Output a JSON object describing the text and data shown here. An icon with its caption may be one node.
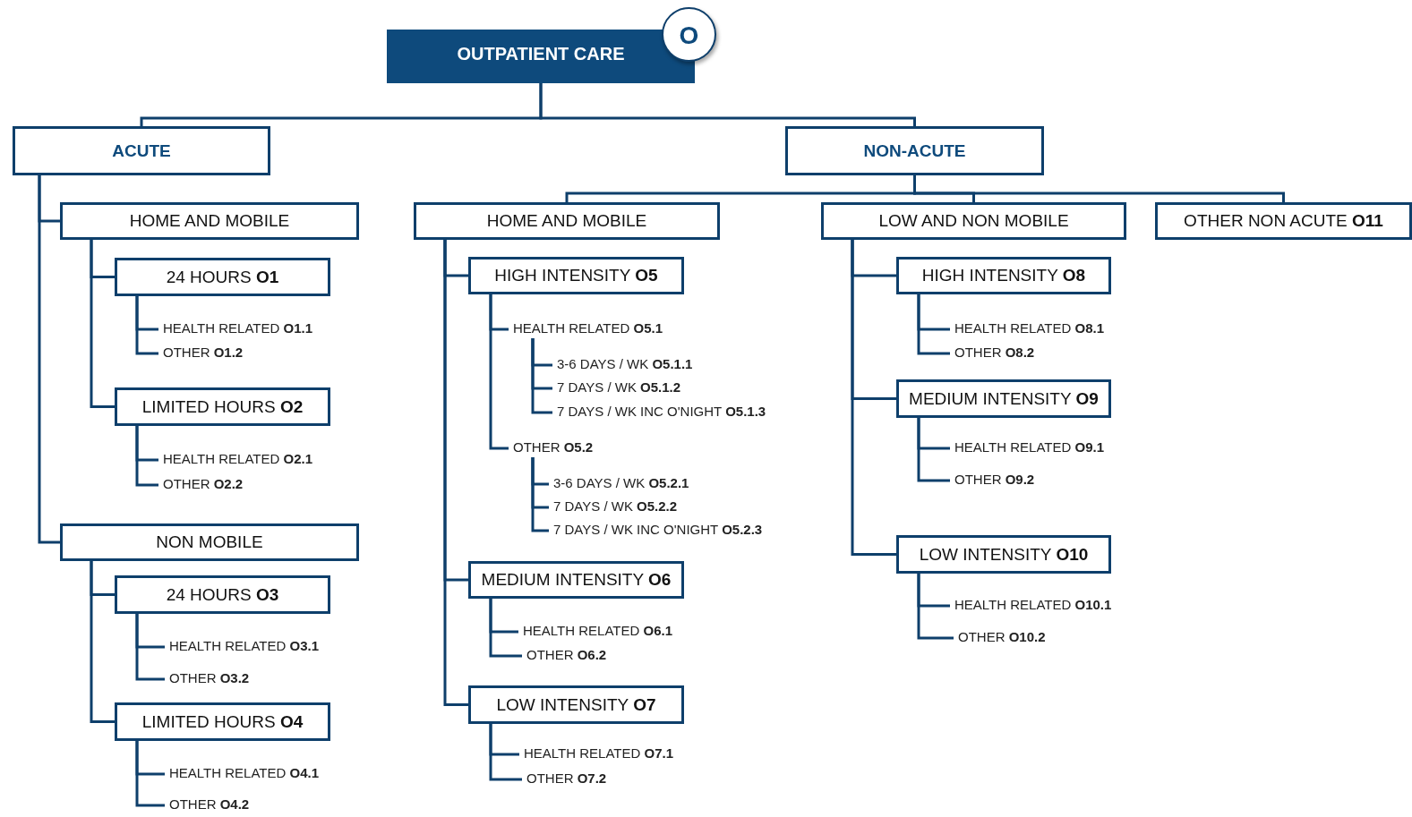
{
  "diagram": {
    "nodes": [
      {
        "text": [
          "OUTPATIENT CARE"
        ]
      },
      {
        "text": [
          "O"
        ]
      },
      {
        "text": [
          "ACUTE"
        ]
      },
      {
        "text": [
          "NON-ACUTE"
        ]
      },
      {
        "text": [
          "HOME AND MOBILE"
        ]
      },
      {
        "text": [
          "24 HOURS **O1**"
        ]
      },
      {
        "text": [
          "HEALTH RELATED **O1.1**"
        ]
      },
      {
        "text": [
          "OTHER **O1.2**"
        ]
      },
      {
        "text": [
          "LIMITED HOURS **O2**"
        ]
      },
      {
        "text": [
          "HEALTH RELATED **O2.1**"
        ]
      },
      {
        "text": [
          "OTHER **O2.2**"
        ]
      },
      {
        "text": [
          "NON MOBILE"
        ]
      },
      {
        "text": [
          "24 HOURS **O3**"
        ]
      },
      {
        "text": [
          "HEALTH RELATED **O3.1**"
        ]
      },
      {
        "text": [
          "OTHER **O3.2**"
        ]
      },
      {
        "text": [
          "LIMITED HOURS **O4**"
        ]
      },
      {
        "text": [
          "HEALTH RELATED **O4.1**"
        ]
      },
      {
        "text": [
          "OTHER **O4.2**"
        ]
      },
      {
        "text": [
          "HOME AND MOBILE"
        ]
      },
      {
        "text": [
          "HIGH INTENSITY **O5**"
        ]
      },
      {
        "text": [
          "HEALTH RELATED **O5.1**"
        ]
      },
      {
        "text": [
          "3-6 DAYS / WK **O5.1.1**"
        ]
      },
      {
        "text": [
          "7 DAYS / WK **O5.1.2**"
        ]
      },
      {
        "text": [
          "7 DAYS / WK INC O'NIGHT **O5.1.3**"
        ]
      },
      {
        "text": [
          "OTHER **O5.2**"
        ]
      },
      {
        "text": [
          "3-6 DAYS / WK **O5.2.1**"
        ]
      },
      {
        "text": [
          "7 DAYS / WK **O5.2.2**"
        ]
      },
      {
        "text": [
          "7 DAYS / WK INC O'NIGHT **O5.2.3**"
        ]
      },
      {
        "text": [
          "MEDIUM INTENSITY **O6**"
        ]
      },
      {
        "text": [
          "HEALTH RELATED **O6.1**"
        ]
      },
      {
        "text": [
          "OTHER **O6.2**"
        ]
      },
      {
        "text": [
          "LOW INTENSITY **O7**"
        ]
      },
      {
        "text": [
          "HEALTH RELATED **O7.1**"
        ]
      },
      {
        "text": [
          "OTHER **O7.2**"
        ]
      },
      {
        "text": [
          "LOW AND NON MOBILE"
        ]
      },
      {
        "text": [
          "HIGH INTENSITY **O8**"
        ]
      },
      {
        "text": [
          "HEALTH RELATED **O8.1**"
        ]
      },
      {
        "text": [
          "OTHER **O8.2**"
        ]
      },
      {
        "text": [
          "MEDIUM INTENSITY **O9**"
        ]
      },
      {
        "text": [
          "HEALTH RELATED **O9.1**"
        ]
      },
      {
        "text": [
          "OTHER **O9.2**"
        ]
      },
      {
        "text": [
          "LOW INTENSITY **O10**"
        ]
      },
      {
        "text": [
          "HEALTH RELATED **O10.1**"
        ]
      },
      {
        "text": [
          "OTHER **O10.2**"
        ]
      },
      {
        "text": [
          "OTHER NON ACUTE **O11**"
        ]
      }
    ],
    "edges": [
      {
        "from": 0,
        "to": 2,
        "arrow": "none"
      },
      {
        "from": 0,
        "to": 3,
        "arrow": "none"
      },
      {
        "from": 2,
        "to": 4,
        "arrow": "none"
      },
      {
        "from": 4,
        "to": 5,
        "arrow": "none"
      },
      {
        "from": 5,
        "to": 6,
        "arrow": "none"
      },
      {
        "from": 5,
        "to": 7,
        "arrow": "none"
      },
      {
        "from": 4,
        "to": 8,
        "arrow": "none"
      },
      {
        "from": 8,
        "to": 9,
        "arrow": "none"
      },
      {
        "from": 8,
        "to": 10,
        "arrow": "none"
      },
      {
        "from": 2,
        "to": 11,
        "arrow": "none"
      },
      {
        "from": 11,
        "to": 12,
        "arrow": "none"
      },
      {
        "from": 12,
        "to": 13,
        "arrow": "none"
      },
      {
        "from": 12,
        "to": 14,
        "arrow": "none"
      },
      {
        "from": 11,
        "to": 15,
        "arrow": "none"
      },
      {
        "from": 15,
        "to": 16,
        "arrow": "none"
      },
      {
        "from": 15,
        "to": 17,
        "arrow": "none"
      },
      {
        "from": 3,
        "to": 18,
        "arrow": "none"
      },
      {
        "from": 18,
        "to": 19,
        "arrow": "none"
      },
      {
        "from": 19,
        "to": 20,
        "arrow": "none"
      },
      {
        "from": 20,
        "to": 21,
        "arrow": "none"
      },
      {
        "from": 20,
        "to": 22,
        "arrow": "none"
      },
      {
        "from": 20,
        "to": 23,
        "arrow": "none"
      },
      {
        "from": 19,
        "to": 24,
        "arrow": "none"
      },
      {
        "from": 24,
        "to": 25,
        "arrow": "none"
      },
      {
        "from": 24,
        "to": 26,
        "arrow": "none"
      },
      {
        "from": 24,
        "to": 27,
        "arrow": "none"
      },
      {
        "from": 18,
        "to": 28,
        "arrow": "none"
      },
      {
        "from": 28,
        "to": 29,
        "arrow": "none"
      },
      {
        "from": 28,
        "to": 30,
        "arrow": "none"
      },
      {
        "from": 18,
        "to": 31,
        "arrow": "none"
      },
      {
        "from": 31,
        "to": 32,
        "arrow": "none"
      },
      {
        "from": 31,
        "to": 33,
        "arrow": "none"
      },
      {
        "from": 3,
        "to": 34,
        "arrow": "none"
      },
      {
        "from": 34,
        "to": 35,
        "arrow": "none"
      },
      {
        "from": 35,
        "to": 36,
        "arrow": "none"
      },
      {
        "from": 35,
        "to": 37,
        "arrow": "none"
      },
      {
        "from": 34,
        "to": 38,
        "arrow": "none"
      },
      {
        "from": 38,
        "to": 39,
        "arrow": "none"
      },
      {
        "from": 38,
        "to": 40,
        "arrow": "none"
      },
      {
        "from": 34,
        "to": 41,
        "arrow": "none"
      },
      {
        "from": 41,
        "to": 42,
        "arrow": "none"
      },
      {
        "from": 41,
        "to": 43,
        "arrow": "none"
      },
      {
        "from": 3,
        "to": 44,
        "arrow": "none"
      }
    ]
  }
}
